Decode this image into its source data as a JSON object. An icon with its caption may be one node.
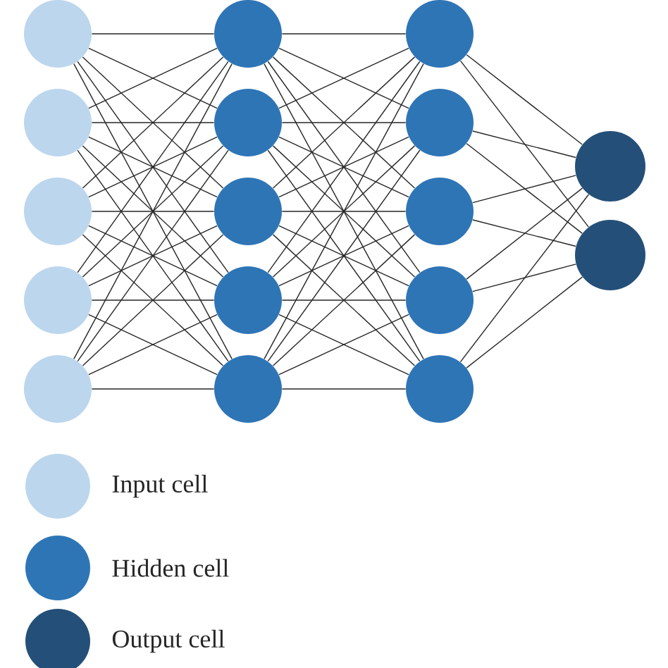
{
  "diagram": {
    "nodes": [
      {
        "text": [],
        "shape": "circle"
      },
      {
        "text": [],
        "shape": "circle"
      },
      {
        "text": [],
        "shape": "circle"
      },
      {
        "text": [],
        "shape": "circle"
      },
      {
        "text": [],
        "shape": "circle"
      },
      {
        "text": [],
        "shape": "circle"
      },
      {
        "text": [],
        "shape": "circle"
      },
      {
        "text": [],
        "shape": "circle"
      },
      {
        "text": [],
        "shape": "circle"
      },
      {
        "text": [],
        "shape": "circle"
      },
      {
        "text": [],
        "shape": "circle"
      },
      {
        "text": [],
        "shape": "circle"
      },
      {
        "text": [],
        "shape": "circle"
      },
      {
        "text": [],
        "shape": "circle"
      },
      {
        "text": [],
        "shape": "circle"
      },
      {
        "text": [],
        "shape": "circle"
      },
      {
        "text": [],
        "shape": "circle"
      }
    ],
    "edges": [
      {
        "from": 0,
        "to": 5,
        "arrow": "none"
      },
      {
        "from": 0,
        "to": 6,
        "arrow": "none"
      },
      {
        "from": 0,
        "to": 7,
        "arrow": "none"
      },
      {
        "from": 0,
        "to": 8,
        "arrow": "none"
      },
      {
        "from": 0,
        "to": 9,
        "arrow": "none"
      },
      {
        "from": 1,
        "to": 5,
        "arrow": "none"
      },
      {
        "from": 1,
        "to": 6,
        "arrow": "none"
      },
      {
        "from": 1,
        "to": 7,
        "arrow": "none"
      },
      {
        "from": 1,
        "to": 8,
        "arrow": "none"
      },
      {
        "from": 1,
        "to": 9,
        "arrow": "none"
      },
      {
        "from": 2,
        "to": 5,
        "arrow": "none"
      },
      {
        "from": 2,
        "to": 6,
        "arrow": "none"
      },
      {
        "from": 2,
        "to": 7,
        "arrow": "none"
      },
      {
        "from": 2,
        "to": 8,
        "arrow": "none"
      },
      {
        "from": 2,
        "to": 9,
        "arrow": "none"
      },
      {
        "from": 3,
        "to": 5,
        "arrow": "none"
      },
      {
        "from": 3,
        "to": 6,
        "arrow": "none"
      },
      {
        "from": 3,
        "to": 7,
        "arrow": "none"
      },
      {
        "from": 3,
        "to": 8,
        "arrow": "none"
      },
      {
        "from": 3,
        "to": 9,
        "arrow": "none"
      },
      {
        "from": 4,
        "to": 5,
        "arrow": "none"
      },
      {
        "from": 4,
        "to": 6,
        "arrow": "none"
      },
      {
        "from": 4,
        "to": 7,
        "arrow": "none"
      },
      {
        "from": 4,
        "to": 8,
        "arrow": "none"
      },
      {
        "from": 4,
        "to": 9,
        "arrow": "none"
      },
      {
        "from": 5,
        "to": 10,
        "arrow": "none"
      },
      {
        "from": 5,
        "to": 11,
        "arrow": "none"
      },
      {
        "from": 5,
        "to": 12,
        "arrow": "none"
      },
      {
        "from": 5,
        "to": 13,
        "arrow": "none"
      },
      {
        "from": 5,
        "to": 14,
        "arrow": "none"
      },
      {
        "from": 6,
        "to": 10,
        "arrow": "none"
      },
      {
        "from": 6,
        "to": 11,
        "arrow": "none"
      },
      {
        "from": 6,
        "to": 12,
        "arrow": "none"
      },
      {
        "from": 6,
        "to": 13,
        "arrow": "none"
      },
      {
        "from": 6,
        "to": 14,
        "arrow": "none"
      },
      {
        "from": 7,
        "to": 10,
        "arrow": "none"
      },
      {
        "from": 7,
        "to": 11,
        "arrow": "none"
      },
      {
        "from": 7,
        "to": 12,
        "arrow": "none"
      },
      {
        "from": 7,
        "to": 13,
        "arrow": "none"
      },
      {
        "from": 7,
        "to": 14,
        "arrow": "none"
      },
      {
        "from": 8,
        "to": 10,
        "arrow": "none"
      },
      {
        "from": 8,
        "to": 11,
        "arrow": "none"
      },
      {
        "from": 8,
        "to": 12,
        "arrow": "none"
      },
      {
        "from": 8,
        "to": 13,
        "arrow": "none"
      },
      {
        "from": 8,
        "to": 14,
        "arrow": "none"
      },
      {
        "from": 9,
        "to": 10,
        "arrow": "none"
      },
      {
        "from": 9,
        "to": 11,
        "arrow": "none"
      },
      {
        "from": 9,
        "to": 12,
        "arrow": "none"
      },
      {
        "from": 9,
        "to": 13,
        "arrow": "none"
      },
      {
        "from": 9,
        "to": 14,
        "arrow": "none"
      },
      {
        "from": 10,
        "to": 15,
        "arrow": "none"
      },
      {
        "from": 10,
        "to": 16,
        "arrow": "none"
      },
      {
        "from": 11,
        "to": 15,
        "arrow": "none"
      },
      {
        "from": 11,
        "to": 16,
        "arrow": "none"
      },
      {
        "from": 12,
        "to": 15,
        "arrow": "none"
      },
      {
        "from": 12,
        "to": 16,
        "arrow": "none"
      },
      {
        "from": 13,
        "to": 15,
        "arrow": "none"
      },
      {
        "from": 13,
        "to": 16,
        "arrow": "none"
      },
      {
        "from": 14,
        "to": 15,
        "arrow": "none"
      },
      {
        "from": 14,
        "to": 16,
        "arrow": "none"
      }
    ],
    "legend": [
      {
        "text": "Input cell",
        "color": "#bcd6ee"
      },
      {
        "text": "Hidden cell",
        "color": "#2e75b6"
      },
      {
        "text": "Output cell",
        "color": "#244f78"
      }
    ]
  }
}
